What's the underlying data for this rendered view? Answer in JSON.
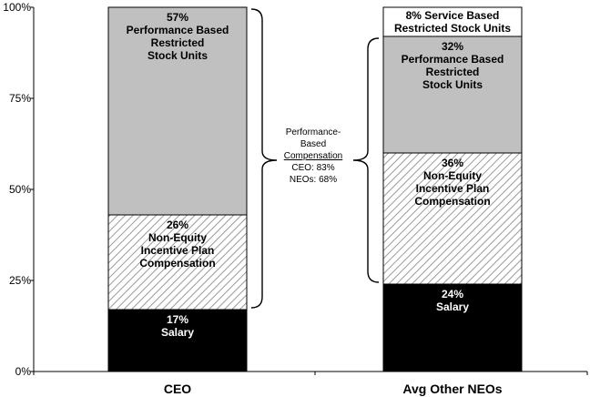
{
  "chart_data": {
    "type": "bar",
    "stacked": true,
    "categories": [
      "CEO",
      "Avg Other NEOs"
    ],
    "ylim": [
      0,
      100
    ],
    "yticks": [
      "0%",
      "25%",
      "50%",
      "75%",
      "100%"
    ],
    "ytick_values": [
      0,
      25,
      50,
      75,
      100
    ],
    "series": [
      {
        "name": "Salary",
        "values": [
          17,
          24
        ],
        "fill": "#000000",
        "text_color": "#ffffff",
        "labels": [
          [
            "17%",
            "Salary"
          ],
          [
            "24%",
            "Salary"
          ]
        ]
      },
      {
        "name": "Non-Equity Incentive Plan Compensation",
        "values": [
          26,
          36
        ],
        "fill": "hatch",
        "text_color": "#000000",
        "labels": [
          [
            "26%",
            "Non-Equity",
            "Incentive Plan",
            "Compensation"
          ],
          [
            "36%",
            "Non-Equity",
            "Incentive Plan",
            "Compensation"
          ]
        ]
      },
      {
        "name": "Performance Based Restricted Stock Units",
        "values": [
          57,
          32
        ],
        "fill": "#c0c0c0",
        "text_color": "#000000",
        "labels": [
          [
            "57%",
            "Performance Based",
            "Restricted",
            "Stock Units"
          ],
          [
            "32%",
            "Performance Based",
            "Restricted",
            "Stock Units"
          ]
        ]
      },
      {
        "name": "Service Based Restricted Stock Units",
        "values": [
          0,
          8
        ],
        "fill": "#ffffff",
        "text_color": "#000000",
        "labels": [
          [],
          [
            "8% Service Based",
            "Restricted Stock Units"
          ]
        ]
      }
    ],
    "annotation": {
      "lines": [
        "Performance-",
        "Based",
        "Compensation",
        "CEO: 83%",
        "NEOs: 68%"
      ],
      "underline_index": 2
    },
    "grid": false
  }
}
